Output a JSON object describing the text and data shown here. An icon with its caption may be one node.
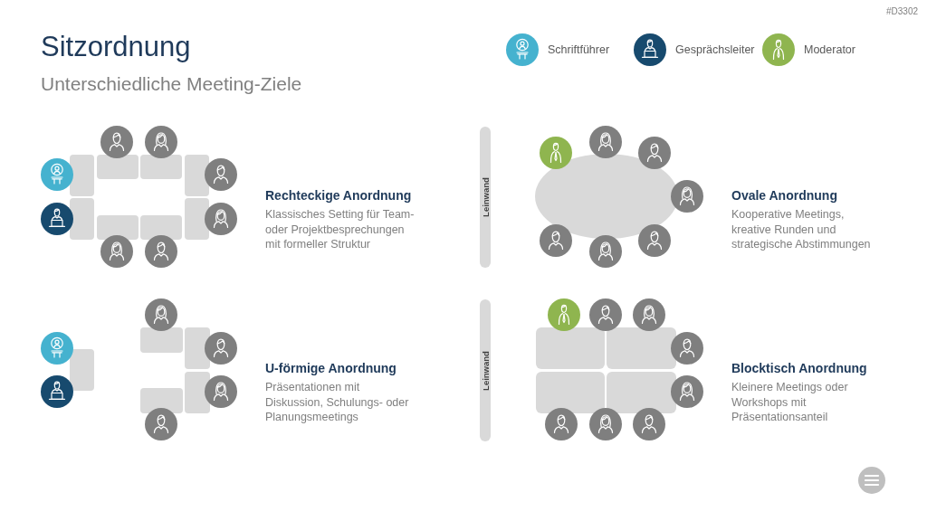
{
  "diagram": {
    "title": "Sitzordnung",
    "nodes": [
      {
        "text": [
          "Leinwand"
        ]
      },
      {
        "text": [],
        "shape": "ellipse"
      },
      {
        "text": [
          "Leinwand"
        ]
      }
    ],
    "labels": [
      "#D3302",
      "Unterschiedliche Meeting-Ziele",
      "Rechteckige Anordnung",
      "Klassisches Setting für Team- oder Projektbesprechungen mit formeller Struktur",
      "Ovale Anordnung",
      "Kooperative Meetings, kreative Runden und strategische Abstimmungen",
      "U-förmige Anordnung",
      "Präsentationen mit Diskussion, Schulungs- oder Planungsmeetings",
      "Blocktisch Anordnung",
      "Kleinere Meetings oder Workshops mit Präsentationsanteil"
    ],
    "legend": [
      {
        "text": "Schriftführer",
        "color": "#45b2cf"
      },
      {
        "text": "Gesprächsleiter",
        "color": "#174a6e"
      },
      {
        "text": "Moderator",
        "color": "#8fb54f"
      }
    ]
  }
}
